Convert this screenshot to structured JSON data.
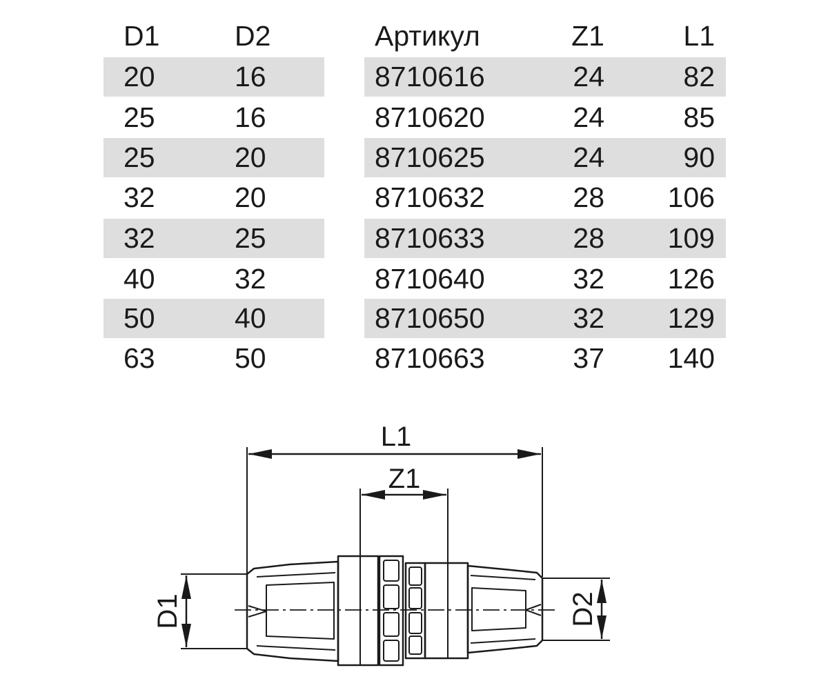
{
  "table": {
    "headers": [
      "D1",
      "D2",
      "Артикул",
      "Z1",
      "L1"
    ],
    "rows": [
      [
        "20",
        "16",
        "8710616",
        "24",
        "82"
      ],
      [
        "25",
        "16",
        "8710620",
        "24",
        "85"
      ],
      [
        "25",
        "20",
        "8710625",
        "24",
        "90"
      ],
      [
        "32",
        "20",
        "8710632",
        "28",
        "106"
      ],
      [
        "32",
        "25",
        "8710633",
        "28",
        "109"
      ],
      [
        "40",
        "32",
        "8710640",
        "32",
        "126"
      ],
      [
        "50",
        "40",
        "8710650",
        "32",
        "129"
      ],
      [
        "63",
        "50",
        "8710663",
        "37",
        "140"
      ]
    ]
  },
  "drawing": {
    "labels": {
      "l1": "L1",
      "z1": "Z1",
      "d1": "D1",
      "d2": "D2"
    }
  }
}
